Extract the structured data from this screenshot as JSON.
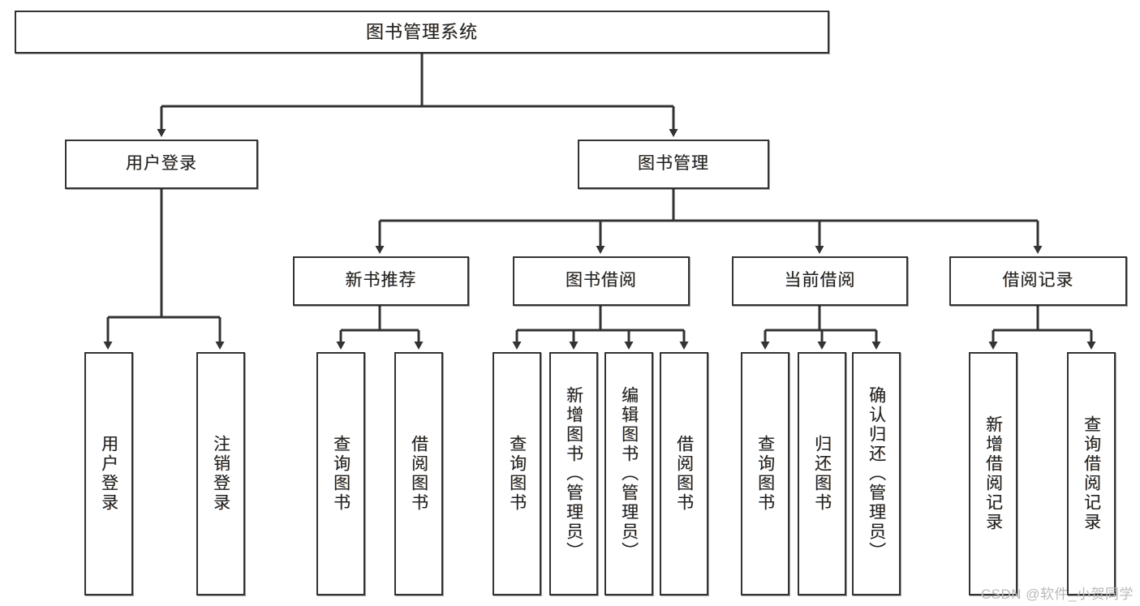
{
  "diagram": {
    "type": "tree-hierarchy",
    "title": "图书管理系统",
    "root": {
      "id": "root",
      "label": "图书管理系统"
    },
    "level1": [
      {
        "id": "user-login",
        "label": "用户登录"
      },
      {
        "id": "book-manage",
        "label": "图书管理"
      }
    ],
    "level2": [
      {
        "id": "new-book-recommend",
        "label": "新书推荐",
        "parent": "book-manage"
      },
      {
        "id": "book-borrow",
        "label": "图书借阅",
        "parent": "book-manage"
      },
      {
        "id": "current-borrow",
        "label": "当前借阅",
        "parent": "book-manage"
      },
      {
        "id": "borrow-record",
        "label": "借阅记录",
        "parent": "book-manage"
      }
    ],
    "leaves": [
      {
        "id": "leaf-user-login",
        "label": "用户登录",
        "parent": "user-login"
      },
      {
        "id": "leaf-user-logout",
        "label": "注销登录",
        "parent": "user-login"
      },
      {
        "id": "leaf-query-book-1",
        "label": "查询图书",
        "parent": "new-book-recommend"
      },
      {
        "id": "leaf-borrow-book-1",
        "label": "借阅图书",
        "parent": "new-book-recommend"
      },
      {
        "id": "leaf-query-book-2",
        "label": "查询图书",
        "parent": "book-borrow"
      },
      {
        "id": "leaf-add-book",
        "label": "新增图书（管理员）",
        "parent": "book-borrow"
      },
      {
        "id": "leaf-edit-book",
        "label": "编辑图书（管理员）",
        "parent": "book-borrow"
      },
      {
        "id": "leaf-borrow-book-2",
        "label": "借阅图书",
        "parent": "book-borrow"
      },
      {
        "id": "leaf-query-book-3",
        "label": "查询图书",
        "parent": "current-borrow"
      },
      {
        "id": "leaf-return-book",
        "label": "归还图书",
        "parent": "current-borrow"
      },
      {
        "id": "leaf-confirm-return",
        "label": "确认归还（管理员）",
        "parent": "current-borrow"
      },
      {
        "id": "leaf-add-record",
        "label": "新增借阅记录",
        "parent": "borrow-record"
      },
      {
        "id": "leaf-query-record",
        "label": "查询借阅记录",
        "parent": "borrow-record"
      }
    ],
    "colors": {
      "stroke": "#333333",
      "fill": "#ffffff",
      "text": "#222222",
      "watermark": "#b9b9b9"
    }
  },
  "watermark": {
    "text": "CSDN @软件_小贺同学"
  }
}
